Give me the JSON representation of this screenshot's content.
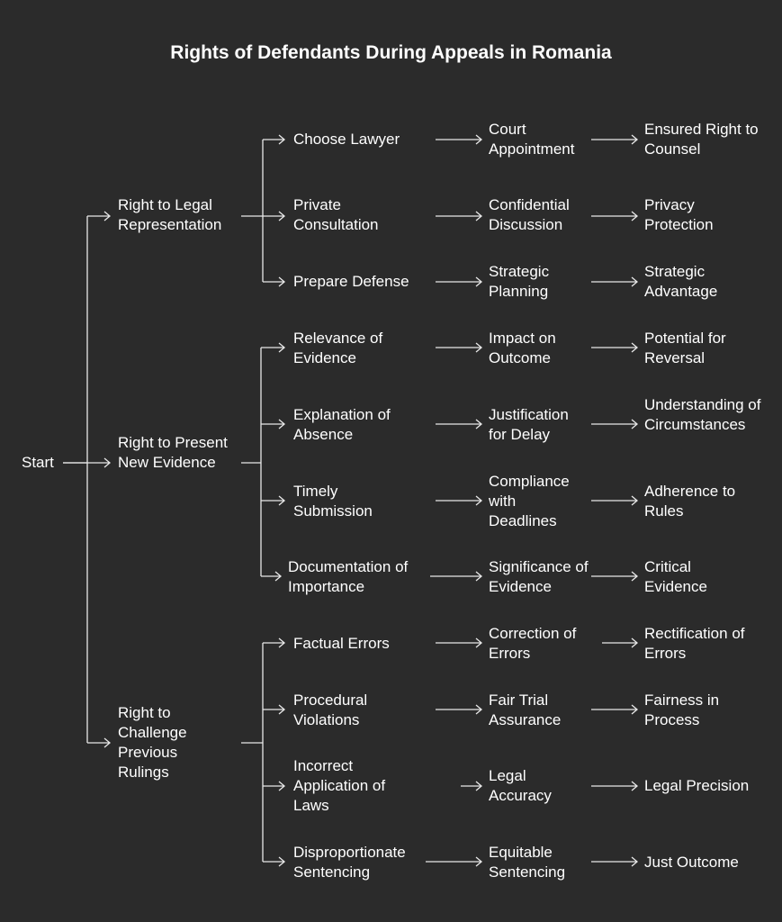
{
  "title": "Rights of Defendants During Appeals in Romania",
  "root": "Start",
  "branches": [
    {
      "label": "Right to Legal Representation",
      "items": [
        [
          "Choose Lawyer",
          "Court Appointment",
          "Ensured Right to Counsel"
        ],
        [
          "Private Consultation",
          "Confidential Discussion",
          "Privacy Protection"
        ],
        [
          "Prepare Defense",
          "Strategic Planning",
          "Strategic Advantage"
        ]
      ]
    },
    {
      "label": "Right to Present New Evidence",
      "items": [
        [
          "Relevance of Evidence",
          "Impact on Outcome",
          "Potential for Reversal"
        ],
        [
          "Explanation of Absence",
          "Justification for Delay",
          "Understanding of Circumstances"
        ],
        [
          "Timely Submission",
          "Compliance with Deadlines",
          "Adherence to Rules"
        ],
        [
          "Documentation of Importance",
          "Significance of Evidence",
          "Critical Evidence"
        ]
      ]
    },
    {
      "label": "Right to Challenge Previous Rulings",
      "items": [
        [
          "Factual Errors",
          "Correction of Errors",
          "Rectification of Errors"
        ],
        [
          "Procedural Violations",
          "Fair Trial Assurance",
          "Fairness in Process"
        ],
        [
          "Incorrect Application of Laws",
          "Legal Accuracy",
          "Legal Precision"
        ],
        [
          "Disproportionate Sentencing",
          "Equitable Sentencing",
          "Just Outcome"
        ]
      ]
    }
  ]
}
